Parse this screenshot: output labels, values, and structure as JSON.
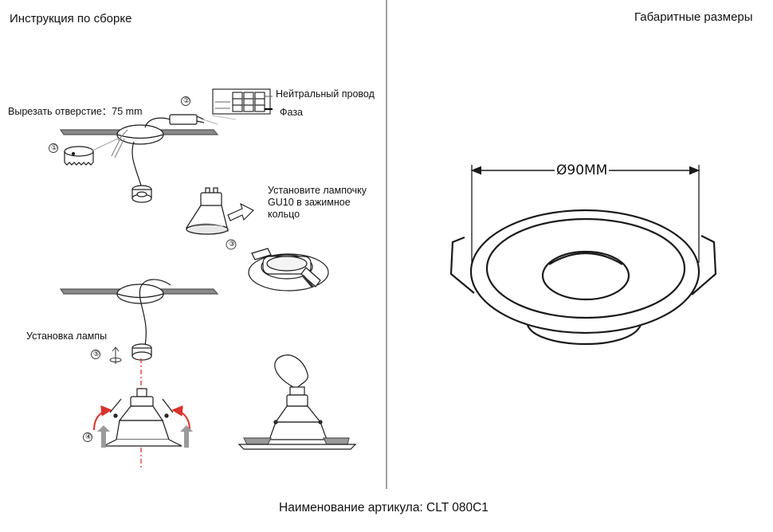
{
  "left_title": "Инструкция по сборке",
  "right_title": "Габаритные размеры",
  "cutout_label": "Вырезать отверстие：75 mm",
  "neutral_wire_label": "Нейтральный провод",
  "phase_label": "Фаза",
  "bulb_instruction": [
    "Установите лампочку",
    "GU10 в зажимное",
    "кольцо"
  ],
  "install_label": "Установка лампы",
  "dimension_label": "Ø90MM",
  "article_label": "Наименование артикула: CLT 080C1",
  "steps": [
    "①",
    "②",
    "③",
    "④",
    "⑤"
  ],
  "colors": {
    "line": "#1a1a1a",
    "arrow_red": "#d9332b",
    "guide_red": "#e0302b",
    "ceiling": "#777777",
    "gray_arrow": "#9a9a9a"
  },
  "icons": [
    "screwdriver-icon",
    "terminal-block-icon",
    "gu10-bulb-icon",
    "rotate-arrow-icon",
    "up-arrow-icon"
  ]
}
